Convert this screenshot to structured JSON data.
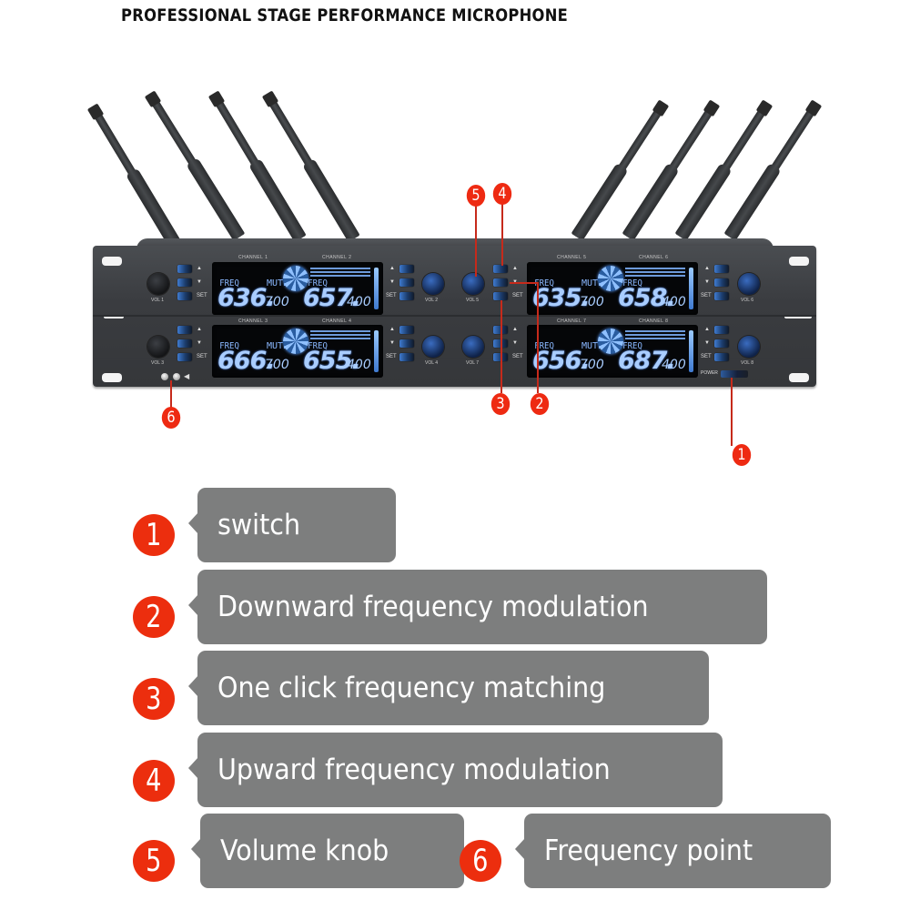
{
  "page": {
    "title": "PROFESSIONAL STAGE PERFORMANCE MICROPHONE"
  },
  "receiver": {
    "antenna_count": 8,
    "power_label": "POWER",
    "displays": [
      {
        "position": "top-left",
        "channel_a_label": "CHANNEL 1",
        "channel_b_label": "CHANNEL 2",
        "freq_label": "FREQ",
        "mute_label": "MUTE",
        "a_main": "636.",
        "a_decimal": "700",
        "b_main": "657.",
        "b_decimal": "400",
        "vol_a": "VOL 1",
        "vol_b": "VOL 2"
      },
      {
        "position": "top-right",
        "channel_a_label": "CHANNEL 5",
        "channel_b_label": "CHANNEL 6",
        "freq_label": "FREQ",
        "mute_label": "MUTE",
        "a_main": "635.",
        "a_decimal": "700",
        "b_main": "658.",
        "b_decimal": "400",
        "vol_a": "VOL 5",
        "vol_b": "VOL 6"
      },
      {
        "position": "bottom-left",
        "channel_a_label": "CHANNEL 3",
        "channel_b_label": "CHANNEL 4",
        "freq_label": "FREQ",
        "mute_label": "MUTE",
        "a_main": "666.",
        "a_decimal": "700",
        "b_main": "655.",
        "b_decimal": "400",
        "vol_a": "VOL 3",
        "vol_b": "VOL 4"
      },
      {
        "position": "bottom-right",
        "channel_a_label": "CHANNEL 7",
        "channel_b_label": "CHANNEL 8",
        "freq_label": "FREQ",
        "mute_label": "MUTE",
        "a_main": "656.",
        "a_decimal": "700",
        "b_main": "687.",
        "b_decimal": "400",
        "vol_a": "VOL 7",
        "vol_b": "VOL 8"
      }
    ],
    "button_marks": {
      "up": "▲",
      "down": "▼",
      "set": "SET"
    }
  },
  "markers": [
    {
      "number": "1"
    },
    {
      "number": "2"
    },
    {
      "number": "3"
    },
    {
      "number": "4"
    },
    {
      "number": "5"
    },
    {
      "number": "6"
    }
  ],
  "legend": [
    {
      "number": "1",
      "label": "switch"
    },
    {
      "number": "2",
      "label": "Downward frequency modulation"
    },
    {
      "number": "3",
      "label": "One click frequency matching"
    },
    {
      "number": "4",
      "label": "Upward frequency modulation"
    },
    {
      "number": "5",
      "label": "Volume knob"
    },
    {
      "number": "6",
      "label": "Frequency point"
    }
  ],
  "colors": {
    "badge_red": "#ec2e0e",
    "callout_gray": "#7d7e7e",
    "lcd_blue": "#a9cdff"
  }
}
